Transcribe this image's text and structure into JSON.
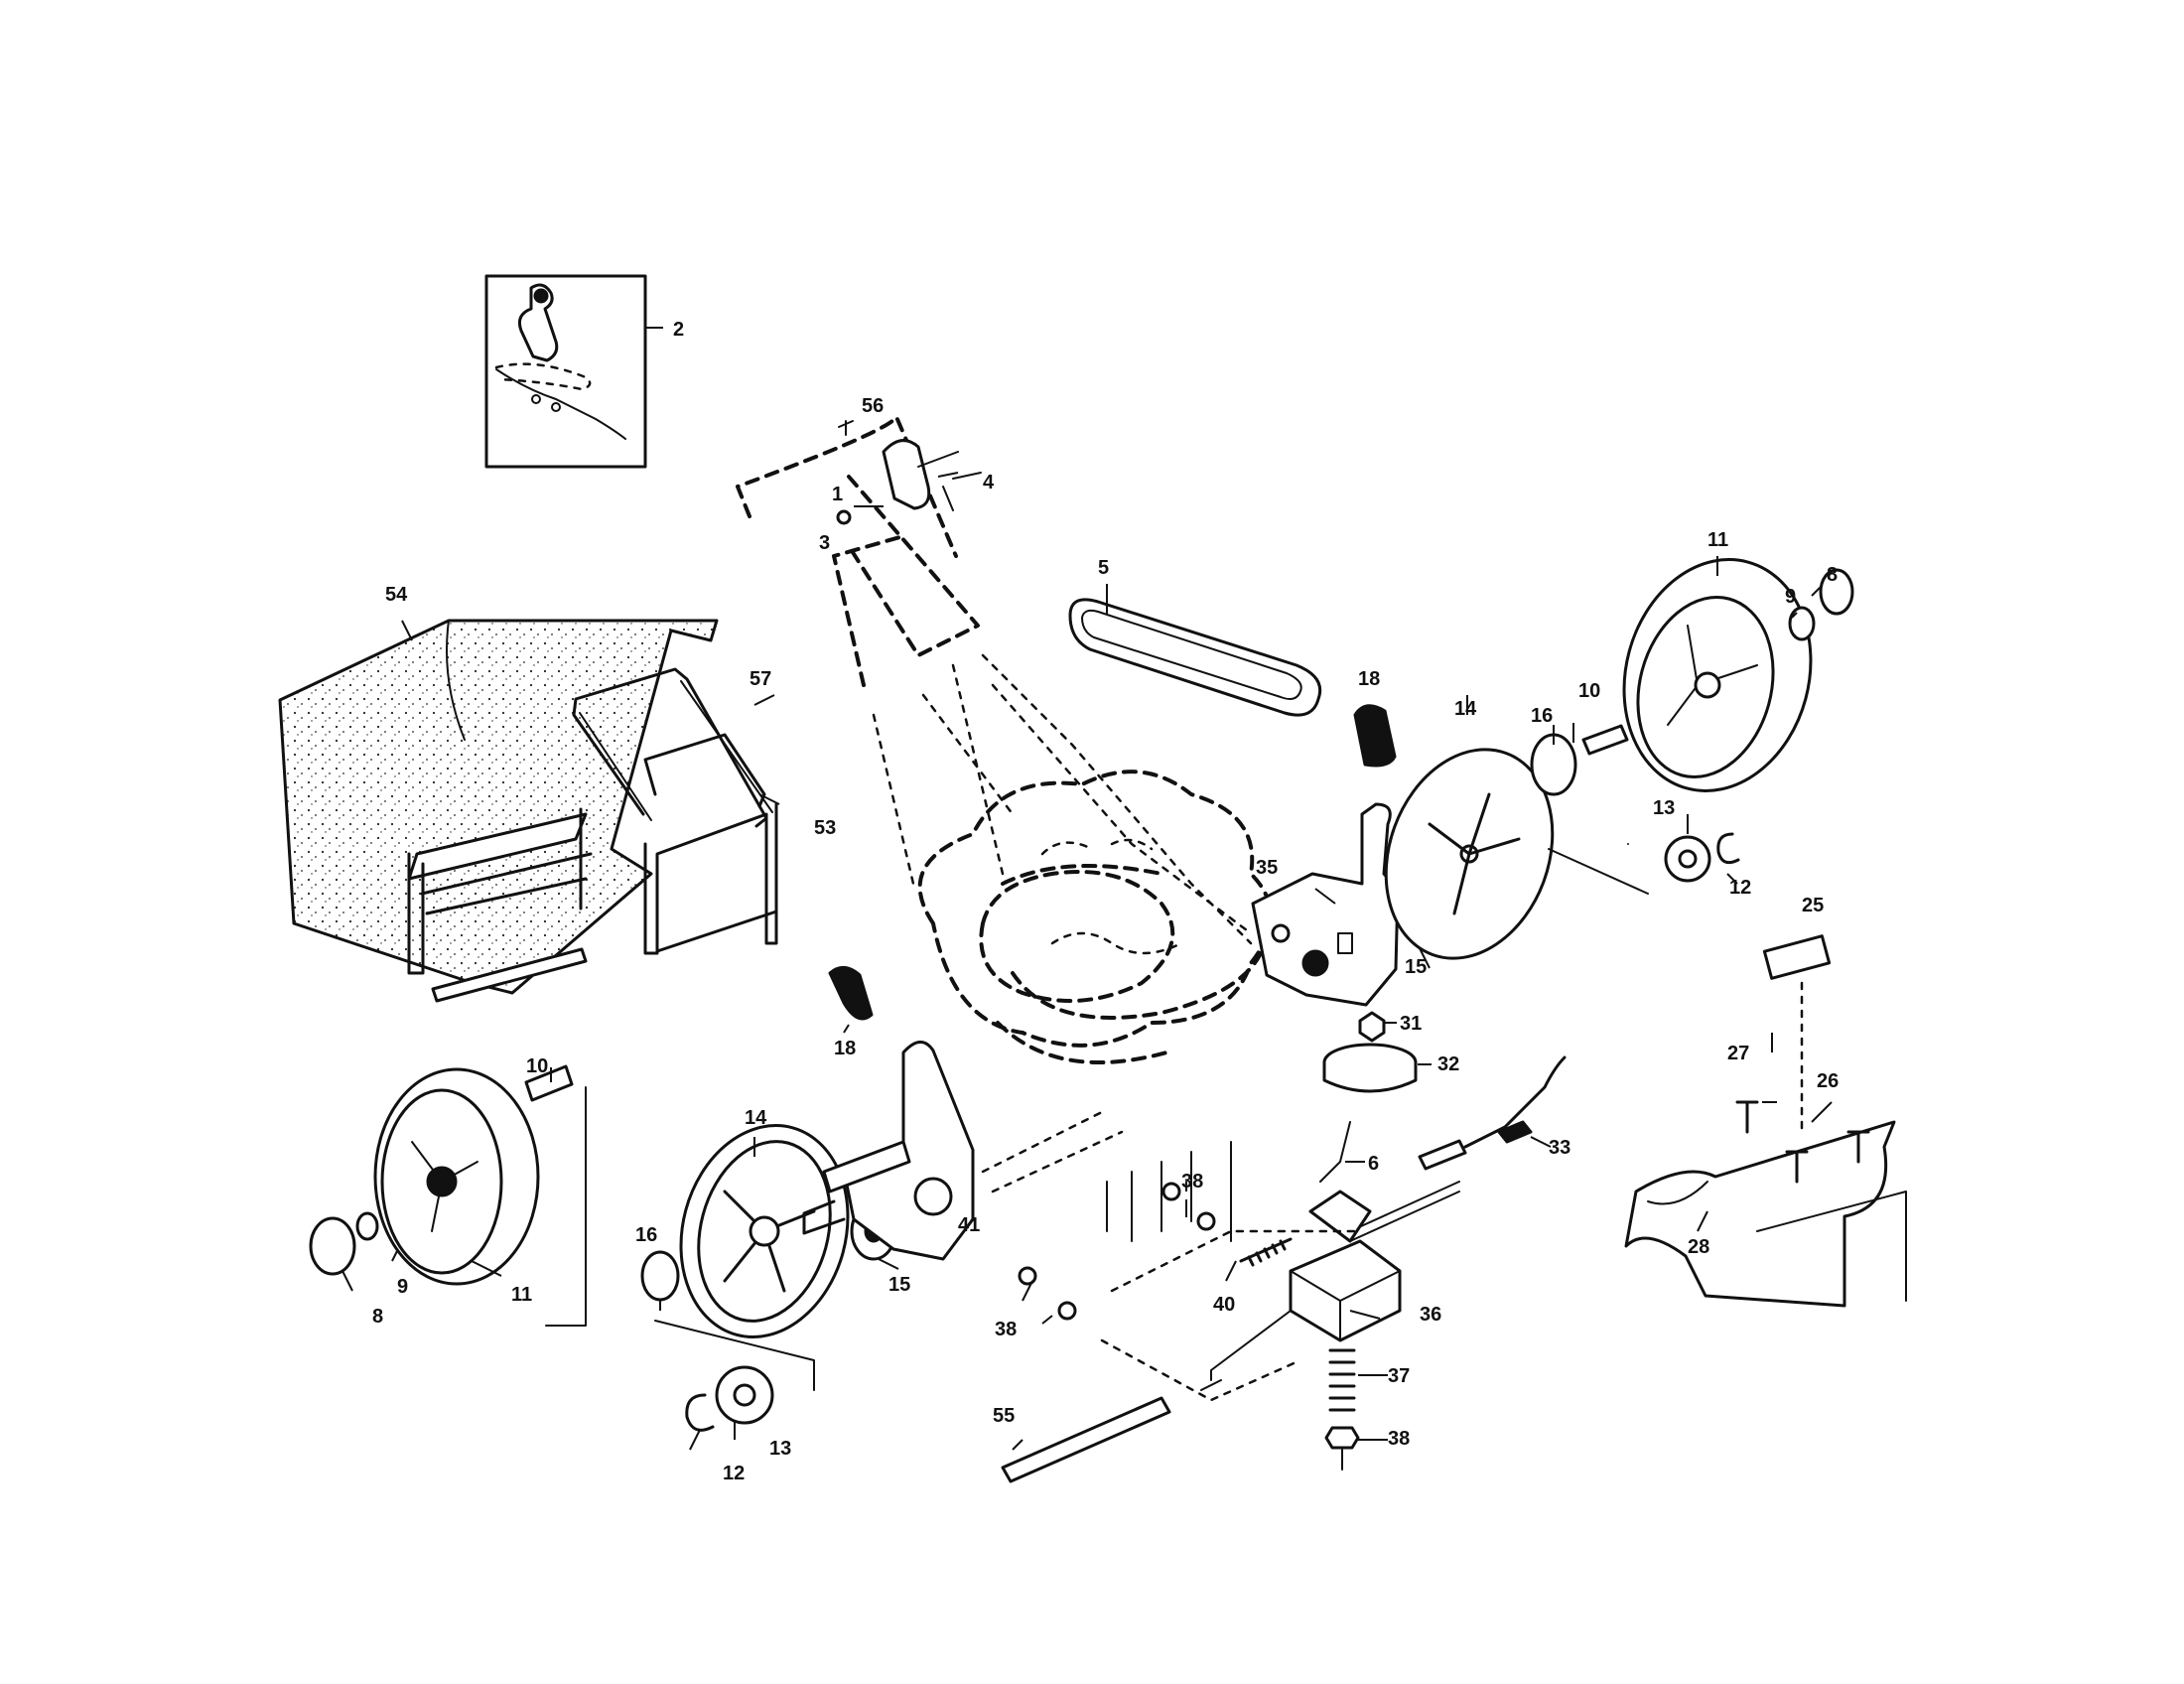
{
  "diagram": {
    "callouts": {
      "c1": "1",
      "c2": "2",
      "c3": "3",
      "c4": "4",
      "c5": "5",
      "c6": "6",
      "c8a": "8",
      "c8b": "8",
      "c9a": "9",
      "c9b": "9",
      "c10a": "10",
      "c10b": "10",
      "c11a": "11",
      "c11b": "11",
      "c12a": "12",
      "c12b": "12",
      "c13a": "13",
      "c13b": "13",
      "c14a": "14",
      "c14b": "14",
      "c15a": "15",
      "c15b": "15",
      "c16a": "16",
      "c16b": "16",
      "c18a": "18",
      "c18b": "18",
      "c25": "25",
      "c26": "26",
      "c27": "27",
      "c28": "28",
      "c31": "31",
      "c32": "32",
      "c33": "33",
      "c35": "35",
      "c36": "36",
      "c37": "37",
      "c38a": "38",
      "c38b": "38",
      "c38c": "38",
      "c40": "40",
      "c41": "41",
      "c53": "53",
      "c54": "54",
      "c55": "55",
      "c56": "56",
      "c57": "57"
    }
  }
}
